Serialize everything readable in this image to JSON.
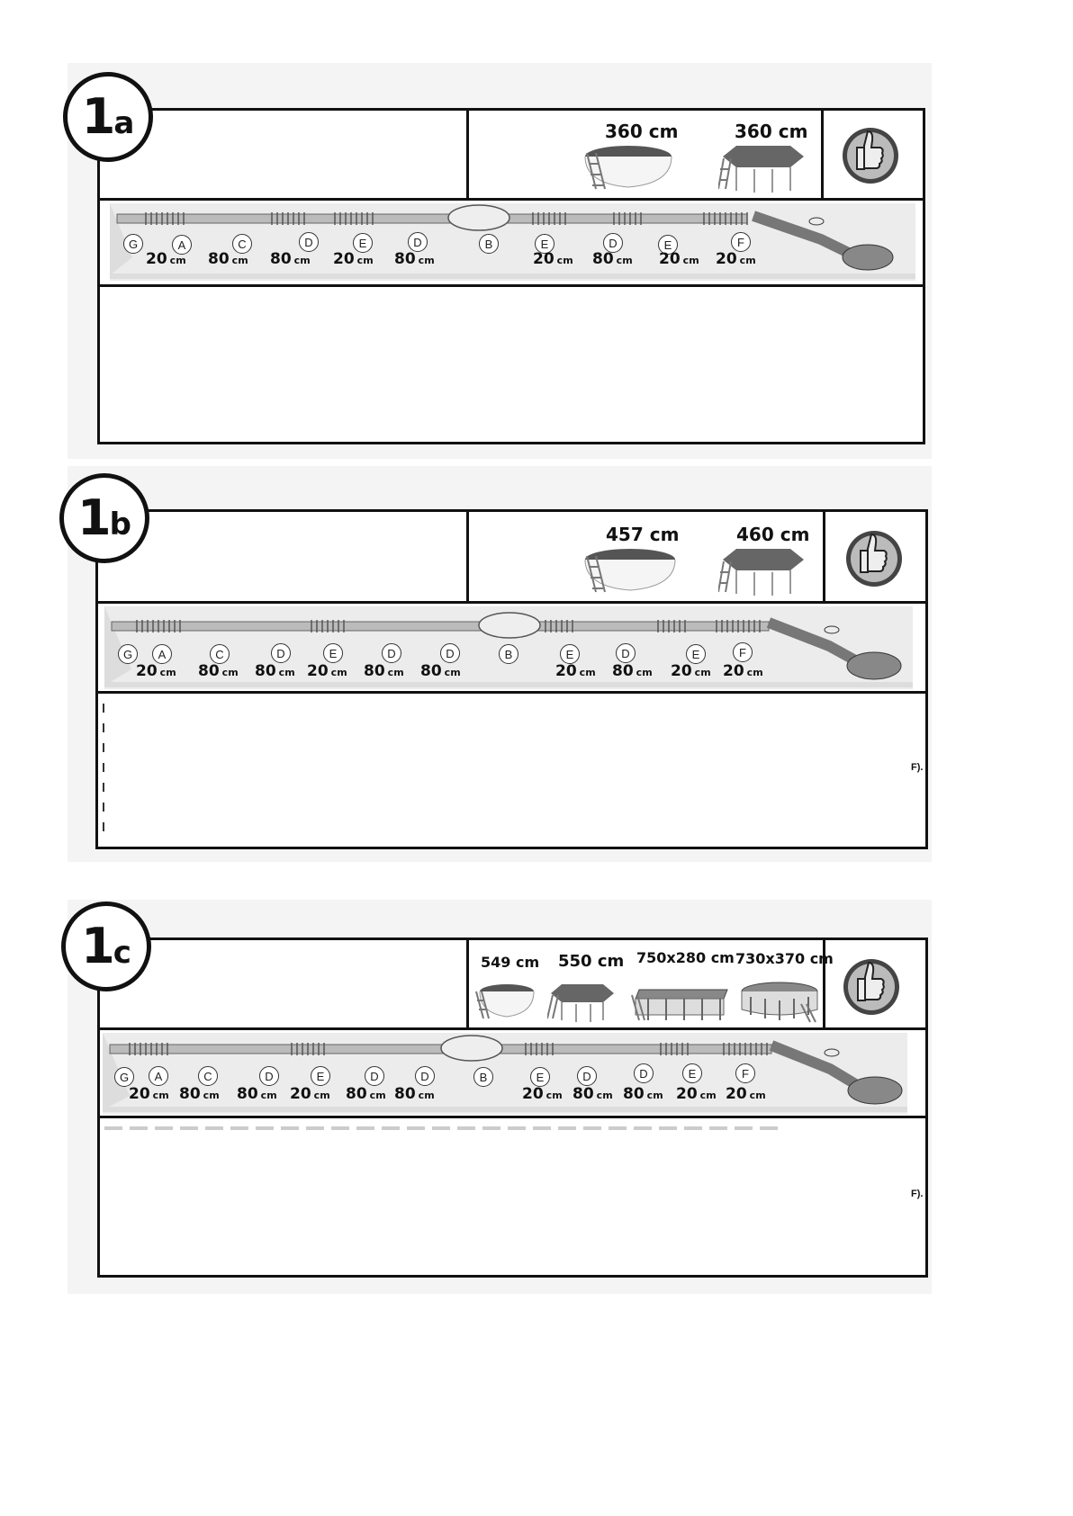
{
  "sections": [
    {
      "id": "1a",
      "badge": {
        "number": "1",
        "letter": "a"
      },
      "pool_sizes": [
        "360 cm",
        "360 cm"
      ],
      "parts": [
        "G",
        "A",
        "C",
        "D",
        "E",
        "D",
        "B",
        "E",
        "D",
        "E",
        "F"
      ],
      "lengths": [
        {
          "value": "20",
          "unit": "cm"
        },
        {
          "value": "80",
          "unit": "cm"
        },
        {
          "value": "80",
          "unit": "cm"
        },
        {
          "value": "20",
          "unit": "cm"
        },
        {
          "value": "80",
          "unit": "cm"
        },
        {
          "value": "20",
          "unit": "cm"
        },
        {
          "value": "80",
          "unit": "cm"
        },
        {
          "value": "20",
          "unit": "cm"
        },
        {
          "value": "20",
          "unit": "cm"
        }
      ]
    },
    {
      "id": "1b",
      "badge": {
        "number": "1",
        "letter": "b"
      },
      "pool_sizes": [
        "457 cm",
        "460 cm"
      ],
      "parts": [
        "G",
        "A",
        "C",
        "D",
        "E",
        "D",
        "D",
        "B",
        "E",
        "D",
        "E",
        "F"
      ],
      "lengths": [
        {
          "value": "20",
          "unit": "cm"
        },
        {
          "value": "80",
          "unit": "cm"
        },
        {
          "value": "80",
          "unit": "cm"
        },
        {
          "value": "20",
          "unit": "cm"
        },
        {
          "value": "80",
          "unit": "cm"
        },
        {
          "value": "80",
          "unit": "cm"
        },
        {
          "value": "20",
          "unit": "cm"
        },
        {
          "value": "80",
          "unit": "cm"
        },
        {
          "value": "20",
          "unit": "cm"
        },
        {
          "value": "20",
          "unit": "cm"
        }
      ],
      "note": "F)."
    },
    {
      "id": "1c",
      "badge": {
        "number": "1",
        "letter": "c"
      },
      "pool_sizes": [
        "549 cm",
        "550 cm",
        "750x280 cm",
        "730x370 cm"
      ],
      "parts": [
        "G",
        "A",
        "C",
        "D",
        "E",
        "D",
        "D",
        "B",
        "E",
        "D",
        "D",
        "E",
        "F"
      ],
      "lengths": [
        {
          "value": "20",
          "unit": "cm"
        },
        {
          "value": "80",
          "unit": "cm"
        },
        {
          "value": "80",
          "unit": "cm"
        },
        {
          "value": "20",
          "unit": "cm"
        },
        {
          "value": "80",
          "unit": "cm"
        },
        {
          "value": "80",
          "unit": "cm"
        },
        {
          "value": "20",
          "unit": "cm"
        },
        {
          "value": "80",
          "unit": "cm"
        },
        {
          "value": "80",
          "unit": "cm"
        },
        {
          "value": "20",
          "unit": "cm"
        },
        {
          "value": "20",
          "unit": "cm"
        }
      ],
      "note": "F)."
    }
  ],
  "icons": {
    "approval": "thumbs-up-icon",
    "vacuum": "pool-vacuum-icon"
  }
}
